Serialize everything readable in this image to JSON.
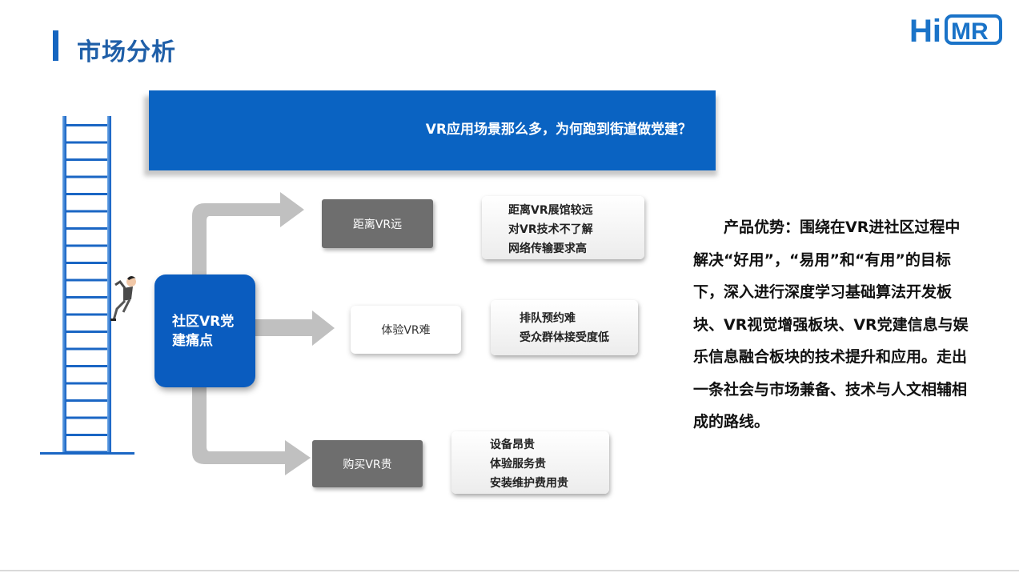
{
  "header": {
    "title": "市场分析",
    "logo_text": "HiMR"
  },
  "banner": {
    "question": "VR应用场景那么多，为何跑到街道做党建？"
  },
  "center": {
    "label": "社区VR党\n建痛点"
  },
  "branches": [
    {
      "category": "距离VR远",
      "details": [
        "距离VR展馆较远",
        "对VR技术不了解",
        "网络传输要求高"
      ]
    },
    {
      "category": "体验VR难",
      "details": [
        "排队预约难",
        "受众群体接受度低"
      ]
    },
    {
      "category": "购买VR贵",
      "details": [
        "设备昂贵",
        "体验服务贵",
        "安装维护费用贵"
      ]
    }
  ],
  "advantage": {
    "text": "产品优势：围绕在VR进社区过程中解决“好用”，“易用”和“有用”的目标下，深入进行深度学习基础算法开发板块、VR视觉增强板块、VR党建信息与娱乐信息融合板块的技术提升和应用。走出一条社会与市场兼备、技术与人文相辅相成的路线。"
  },
  "colors": {
    "brand_blue": "#0a63c2",
    "title_blue": "#1f5fa8",
    "dark_gray": "#6e6e6e",
    "arrow_gray": "#c0c0c0"
  },
  "icons": {
    "ladder": "ladder-illustration",
    "person": "climbing-person-illustration"
  }
}
